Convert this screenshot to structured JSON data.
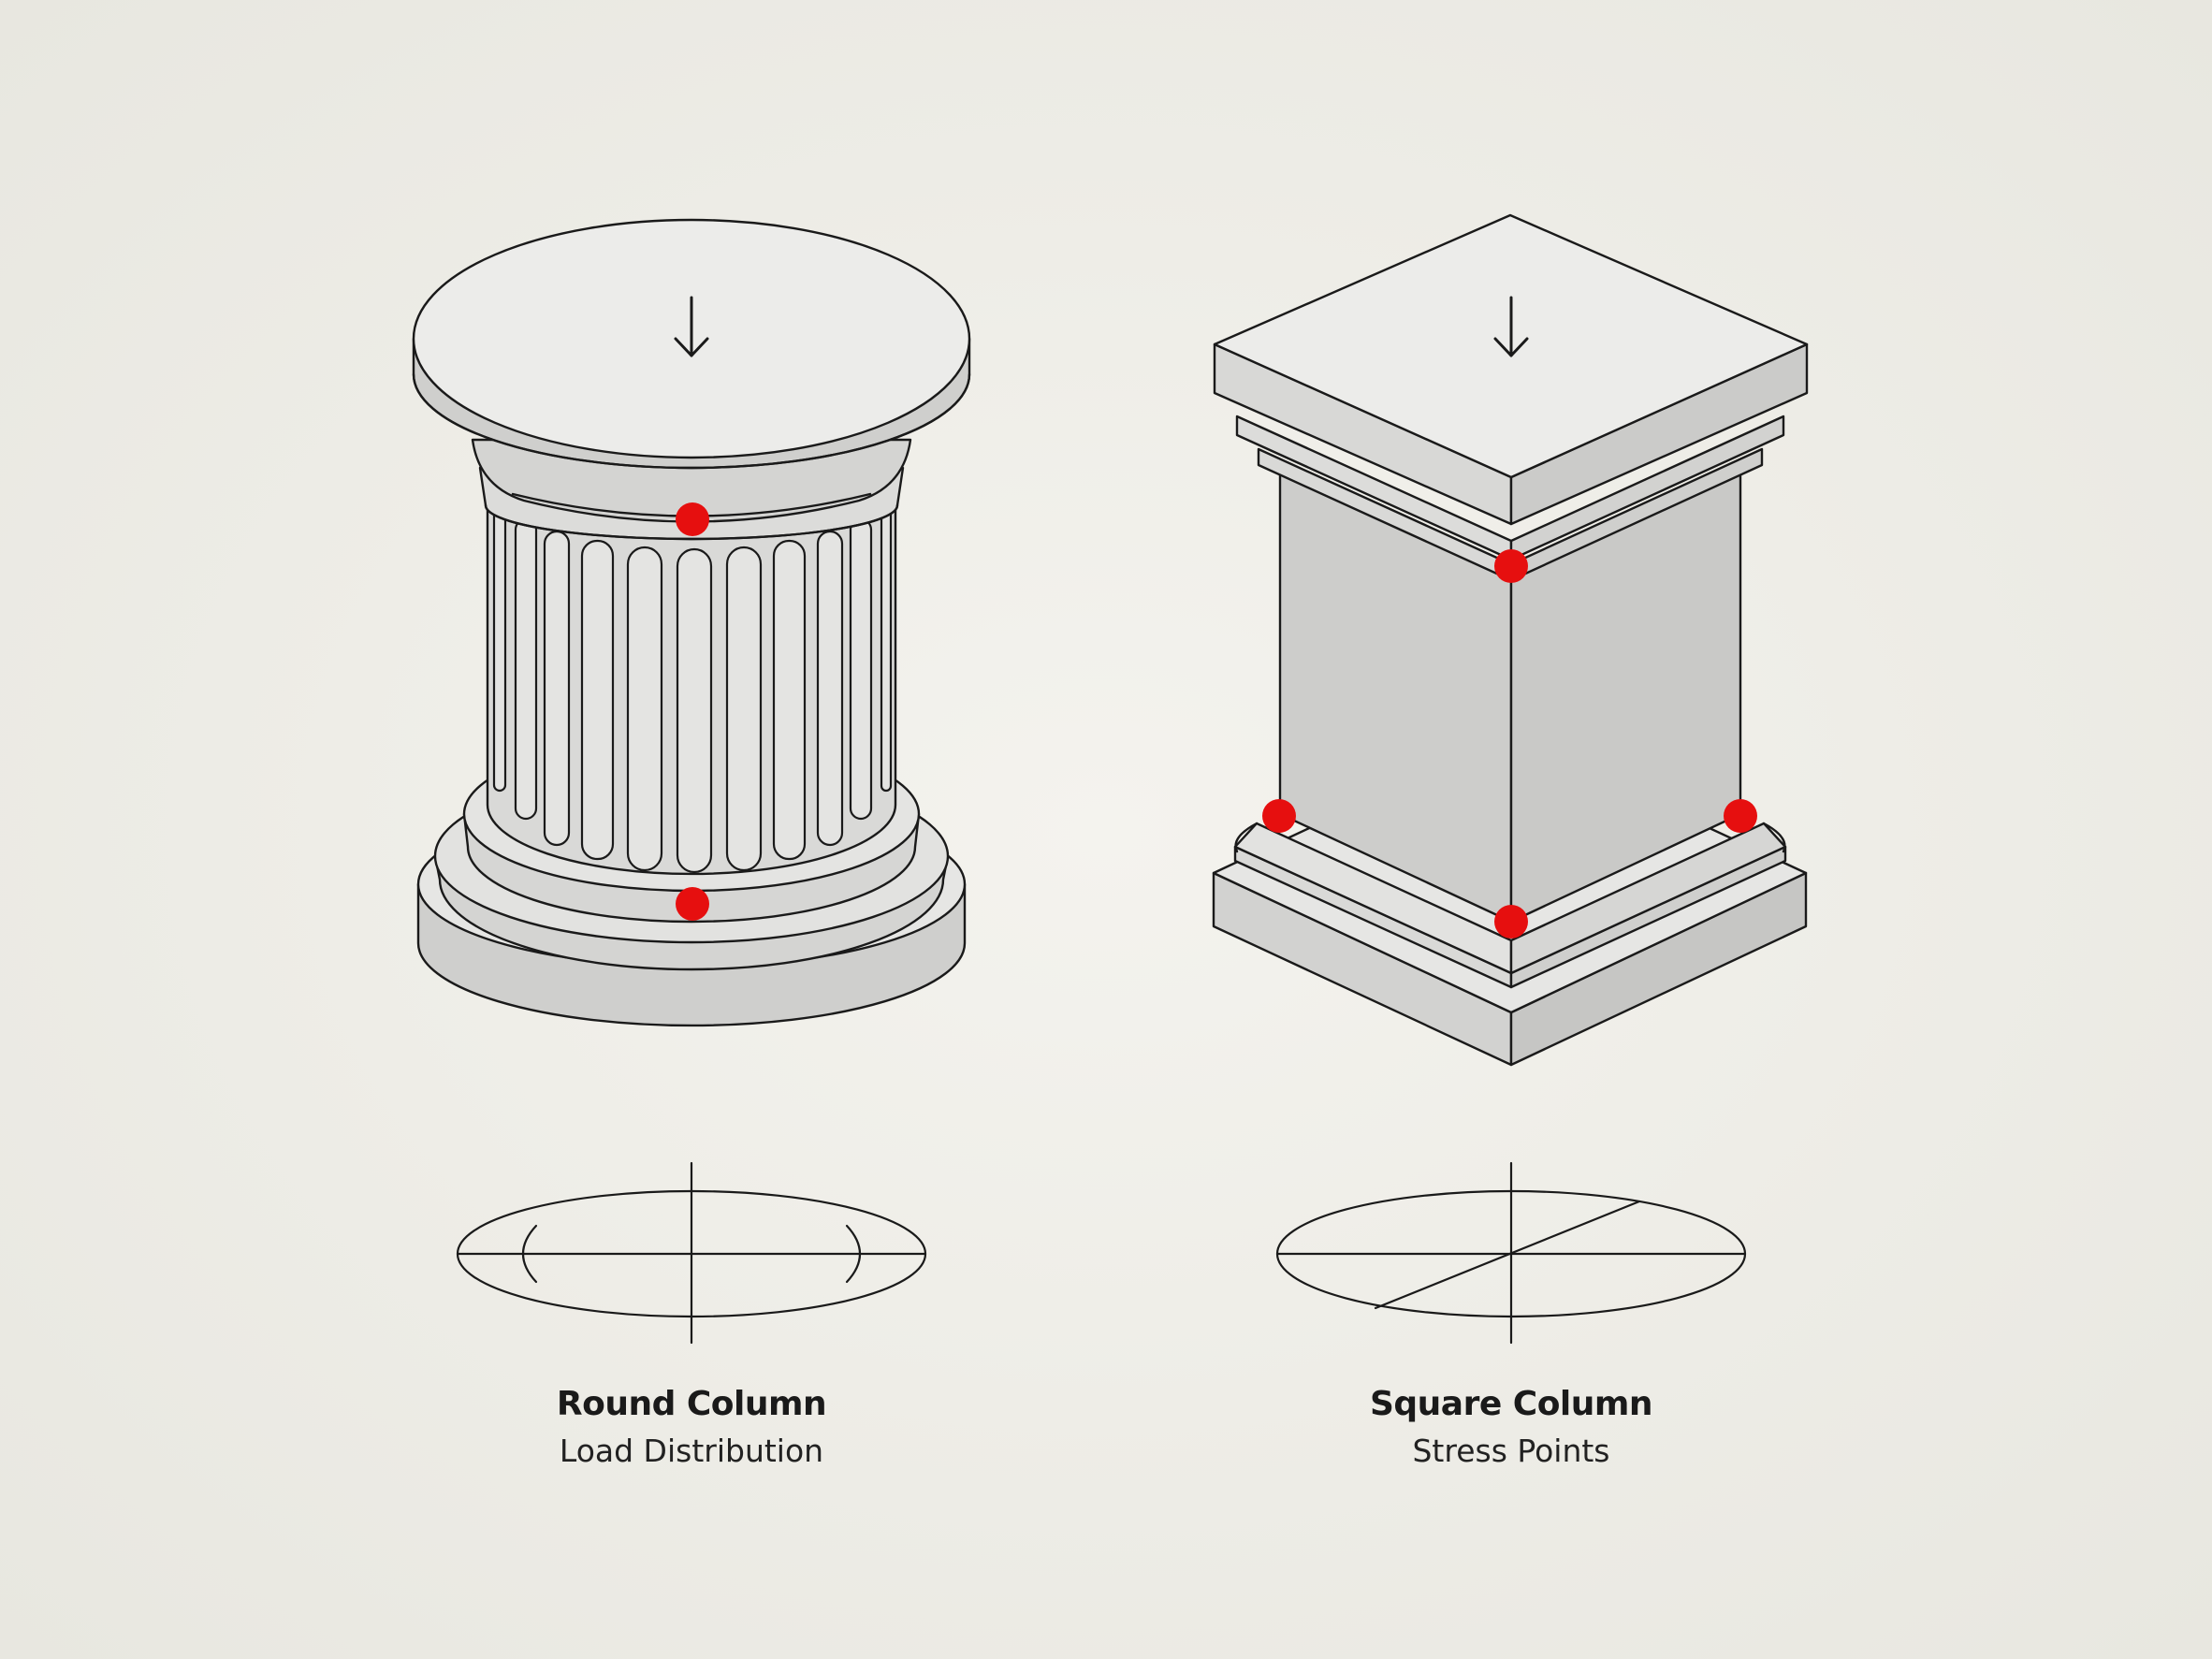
{
  "columns": [
    {
      "id": "round",
      "title": "Round Column",
      "subtitle": "Load Distribution",
      "stress_point_count": 2
    },
    {
      "id": "square",
      "title": "Square Column",
      "subtitle": "Stress Points",
      "stress_point_count": 4
    }
  ],
  "colors": {
    "background": "#efeee8",
    "line": "#1a1a1a",
    "stone_light": "#e6e6e4",
    "stone_mid": "#d2d2d0",
    "stone_dark": "#c6c6c4",
    "stress_point": "#e60f0f"
  },
  "icons": [
    "load-arrow-icon",
    "stress-point-icon"
  ]
}
